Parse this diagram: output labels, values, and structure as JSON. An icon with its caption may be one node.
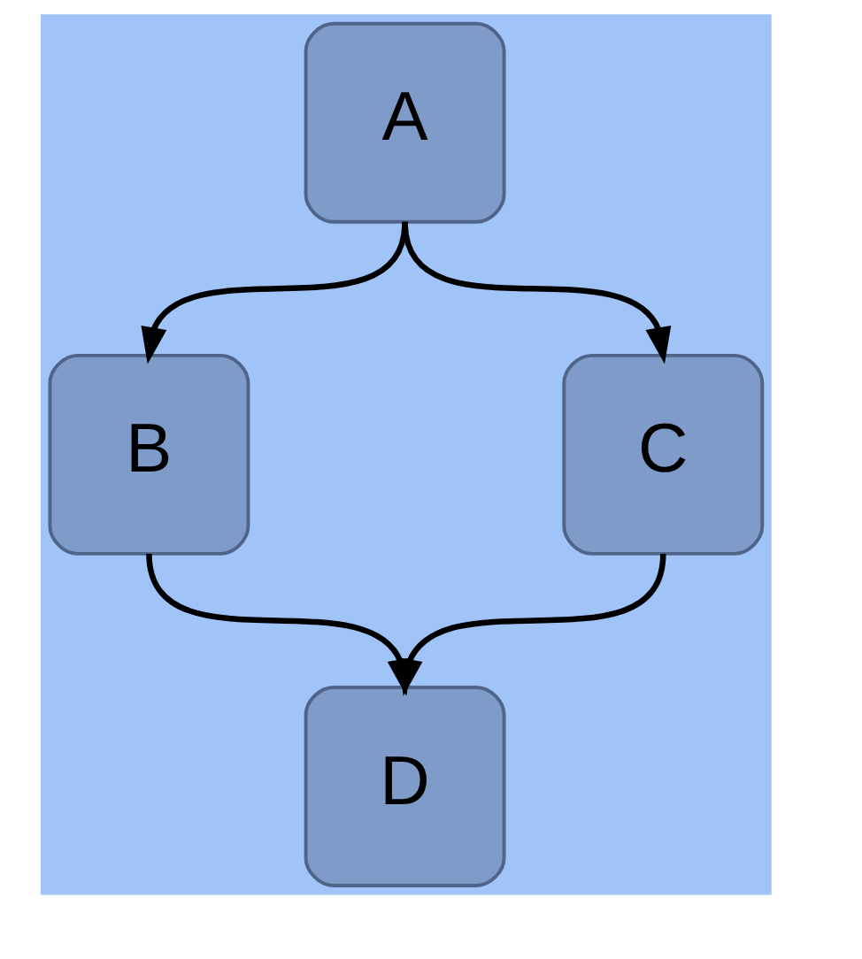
{
  "diagram": {
    "nodes": [
      {
        "text": [
          "A"
        ]
      },
      {
        "text": [
          "B"
        ]
      },
      {
        "text": [
          "C"
        ]
      },
      {
        "text": [
          "D"
        ]
      }
    ],
    "edges": [
      {
        "from": 0,
        "to": 1,
        "arrow": "to"
      },
      {
        "from": 0,
        "to": 2,
        "arrow": "to"
      },
      {
        "from": 1,
        "to": 3,
        "arrow": "to"
      },
      {
        "from": 2,
        "to": 3,
        "arrow": "to"
      }
    ]
  }
}
